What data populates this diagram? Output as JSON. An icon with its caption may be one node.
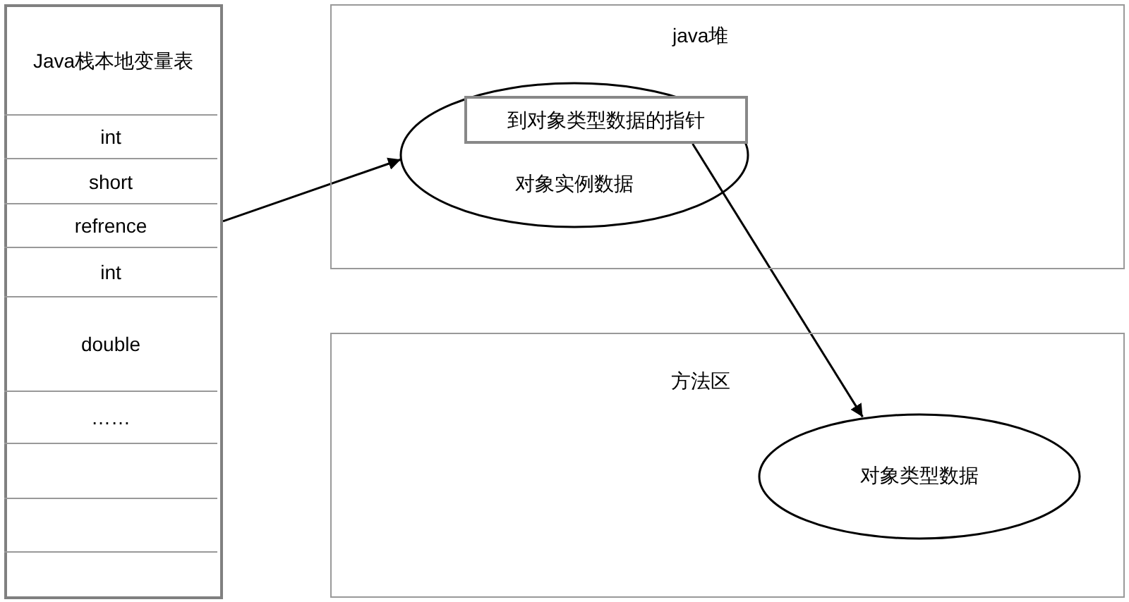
{
  "diagram": {
    "nodes": [
      {
        "text": [
          "Java栈本地变量表"
        ]
      },
      {
        "text": [
          "int"
        ],
        "in": 0
      },
      {
        "text": [
          "short"
        ],
        "in": 0
      },
      {
        "text": [
          "refrence"
        ],
        "in": 0
      },
      {
        "text": [
          "int"
        ],
        "in": 0
      },
      {
        "text": [
          "double"
        ],
        "in": 0
      },
      {
        "text": [
          "……"
        ],
        "in": 0
      },
      {
        "text": [],
        "shape": "box",
        "in": 0
      },
      {
        "text": [],
        "shape": "box",
        "in": 0
      },
      {
        "text": [],
        "shape": "box",
        "in": 0
      },
      {
        "text": [
          "java堆"
        ]
      },
      {
        "text": [
          "对象实例数据"
        ],
        "in": 10
      },
      {
        "text": [
          "到对象类型数据的指针"
        ],
        "in": 11
      },
      {
        "text": [
          "方法区"
        ]
      },
      {
        "text": [
          "对象类型数据"
        ],
        "in": 13
      }
    ],
    "edges": [
      {
        "from": 3,
        "to": 11,
        "arrow": "to"
      },
      {
        "from": 12,
        "to": 14,
        "arrow": "to"
      }
    ]
  }
}
